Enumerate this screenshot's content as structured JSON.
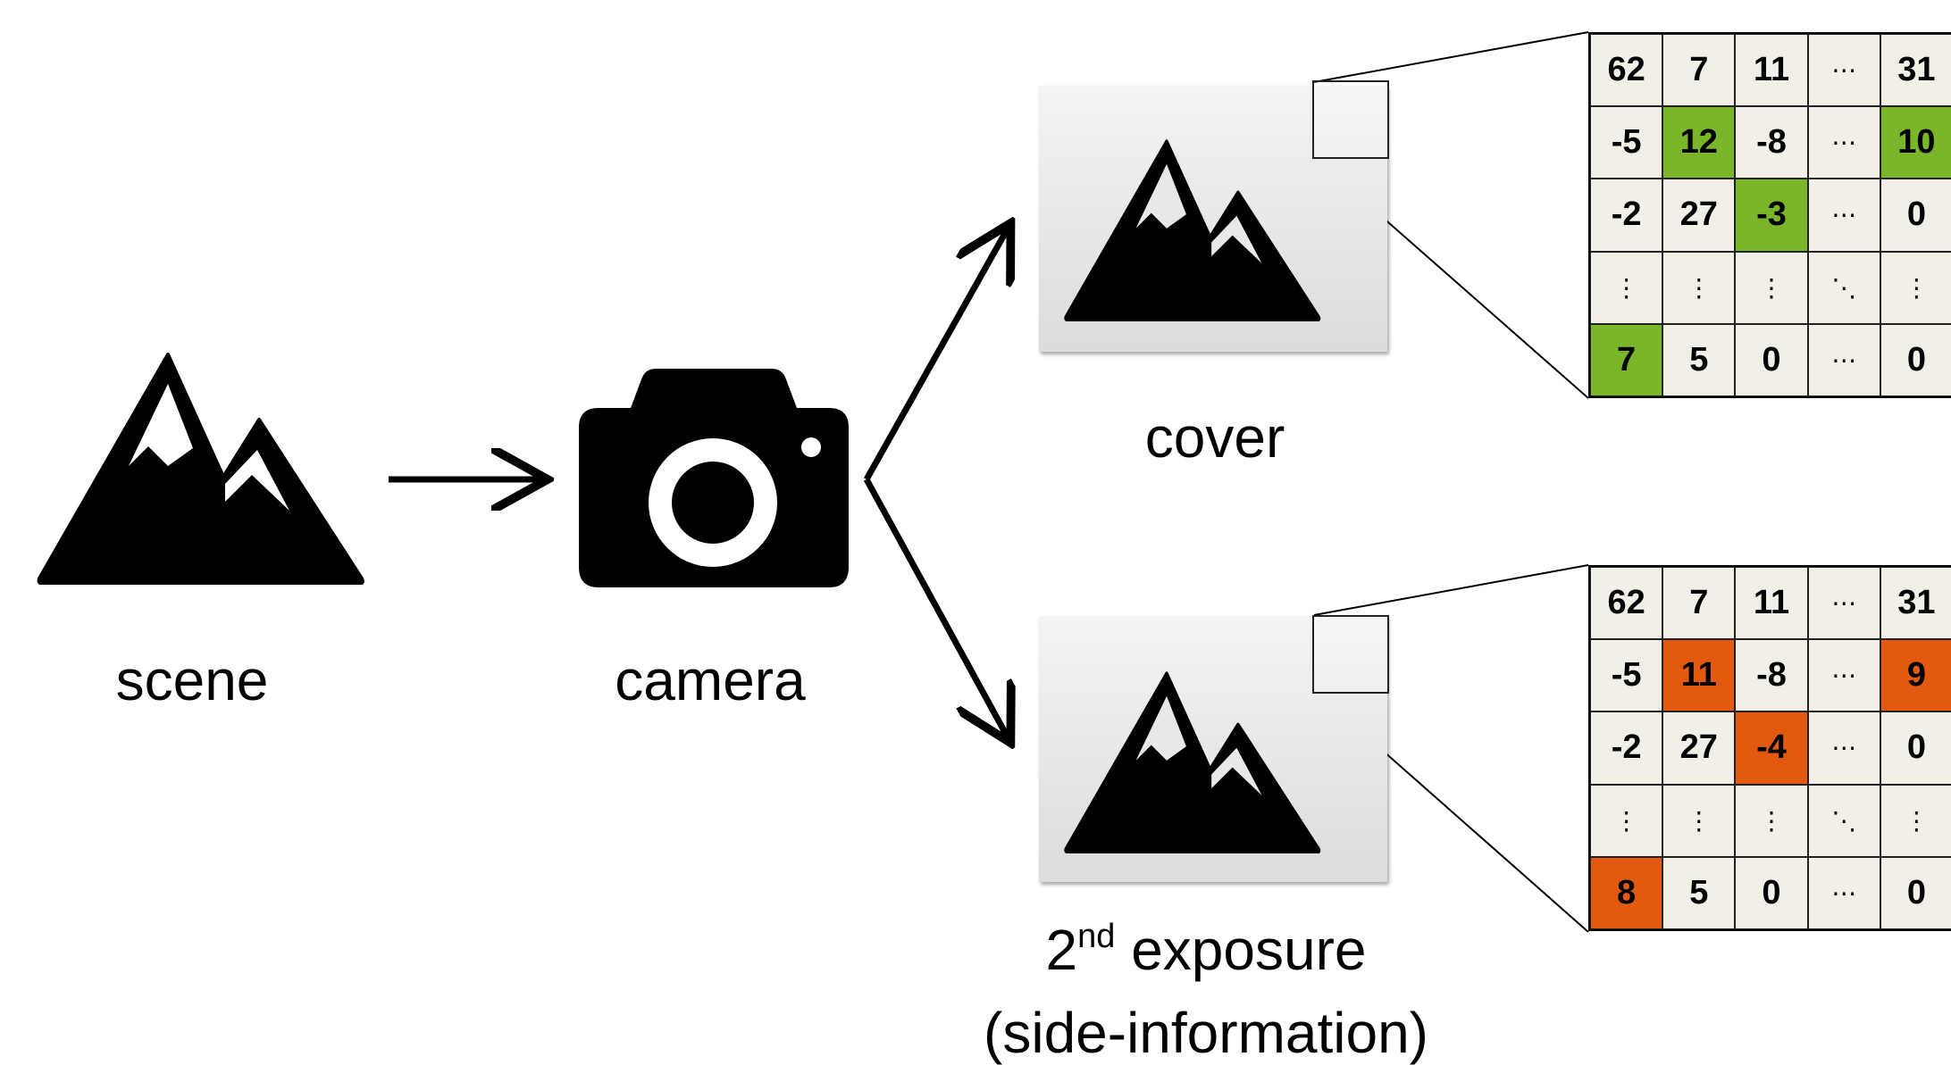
{
  "labels": {
    "scene": "scene",
    "camera": "camera",
    "cover": "cover",
    "second_exposure_num": "2",
    "second_exposure_sup": "nd",
    "second_exposure_rest": " exposure",
    "side_information": "(side-information)"
  },
  "colors": {
    "cover_highlight": "#7ab62a",
    "side_info_highlight": "#e25a10",
    "cell_background": "#f2efe7"
  },
  "icons": [
    "mountain-icon",
    "camera-icon",
    "arrow-right-icon",
    "arrow-up-right-icon",
    "arrow-down-right-icon"
  ],
  "cover_matrix": {
    "cells": [
      [
        "62",
        "7",
        "11",
        "⋯",
        "31"
      ],
      [
        "-5",
        "12",
        "-8",
        "⋯",
        "10"
      ],
      [
        "-2",
        "27",
        "-3",
        "⋯",
        "0"
      ],
      [
        "⋮",
        "⋮",
        "⋮",
        "⋱",
        "⋮"
      ],
      [
        "7",
        "5",
        "0",
        "⋯",
        "0"
      ]
    ],
    "highlighted": [
      [
        1,
        1
      ],
      [
        1,
        4
      ],
      [
        2,
        2
      ],
      [
        4,
        0
      ]
    ]
  },
  "side_matrix": {
    "cells": [
      [
        "62",
        "7",
        "11",
        "⋯",
        "31"
      ],
      [
        "-5",
        "11",
        "-8",
        "⋯",
        "9"
      ],
      [
        "-2",
        "27",
        "-4",
        "⋯",
        "0"
      ],
      [
        "⋮",
        "⋮",
        "⋮",
        "⋱",
        "⋮"
      ],
      [
        "8",
        "5",
        "0",
        "⋯",
        "0"
      ]
    ],
    "highlighted": [
      [
        1,
        1
      ],
      [
        1,
        4
      ],
      [
        2,
        2
      ],
      [
        4,
        0
      ]
    ]
  }
}
